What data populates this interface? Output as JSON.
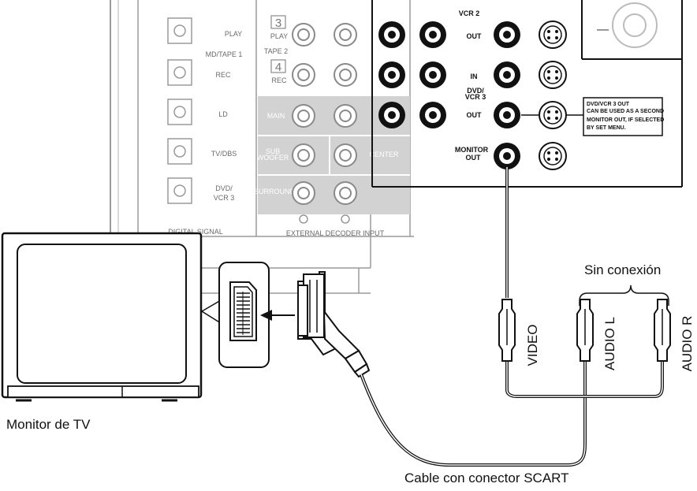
{
  "diagram": {
    "digital_inputs": [
      {
        "label": "PLAY"
      },
      {
        "label": "REC"
      },
      {
        "label": "LD"
      },
      {
        "label": "TV/DBS"
      },
      {
        "label_line1": "DVD/",
        "label_line2": "VCR 3"
      }
    ],
    "md_tape_label": "MD/TAPE 1",
    "digital_signal_label": "DIGITAL SIGNAL",
    "tape_block": {
      "num3": "3",
      "play": "PLAY",
      "tape2": "TAPE 2",
      "num4": "4",
      "rec": "REC"
    },
    "decoder": {
      "main": "MAIN",
      "sub_line1": "SUB",
      "sub_line2": "WOOFER",
      "center": "CENTER",
      "surround": "SURROUND",
      "footer": "EXTERNAL DECODER INPUT"
    },
    "video_panel": {
      "vcr2": "VCR 2",
      "out": "OUT",
      "in": "IN",
      "dvd_line1": "DVD/",
      "dvd_line2": "VCR 3",
      "out2": "OUT",
      "monitor_line1": "MONITOR",
      "monitor_line2": "OUT",
      "note_title": "DVD/VCR 3 OUT",
      "note_line1": "CAN BE USED AS A SECOND",
      "note_line2": "MONITOR OUT, IF SELECTED",
      "note_line3": "BY SET MENU."
    },
    "labels": {
      "sin_conexion": "Sin conexión",
      "video": "VIDEO",
      "audio_l": "AUDIO L",
      "audio_r": "AUDIO R",
      "monitor": "Monitor de TV",
      "cable": "Cable con conector SCART"
    }
  }
}
